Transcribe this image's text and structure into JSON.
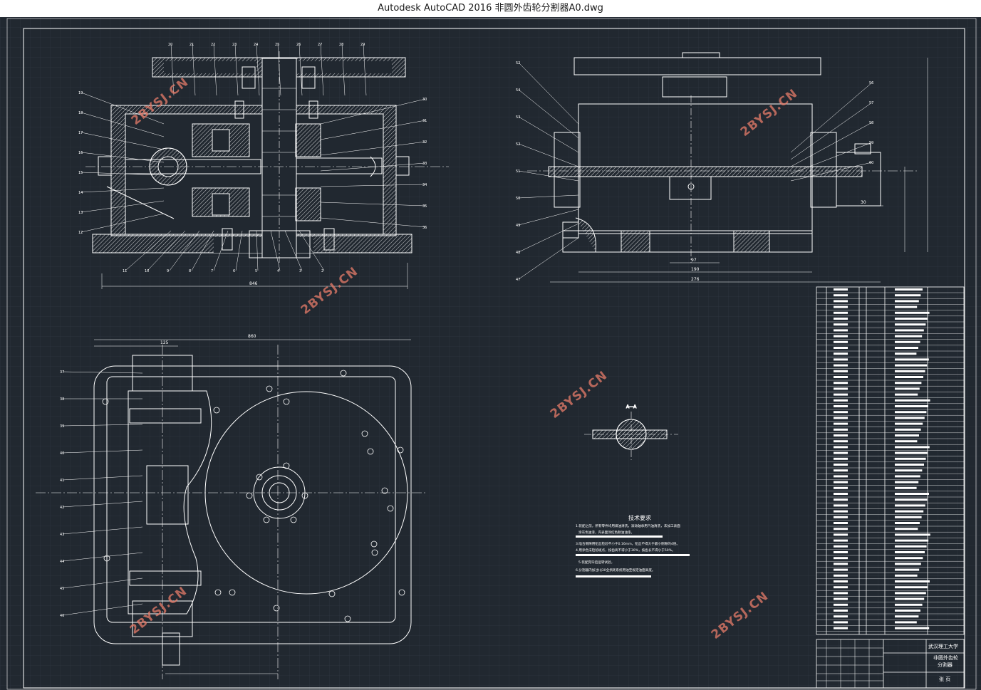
{
  "window": {
    "title": "Autodesk AutoCAD 2016    非圆外齿轮分割器A0.dwg"
  },
  "colors": {
    "background": "#212830",
    "grid_line": "#2a323d",
    "line": "#ffffff",
    "watermark": "#e87c6a",
    "section_fill": "#ffffff"
  },
  "watermark": {
    "text": "2BYSJ.CN"
  },
  "front_view": {
    "dimension_overall": "846",
    "part_labels_top": [
      "20",
      "21",
      "22",
      "23",
      "24",
      "25",
      "26",
      "27",
      "28",
      "29"
    ],
    "part_labels_left": [
      "19",
      "18",
      "17",
      "16",
      "15",
      "14",
      "13",
      "12"
    ],
    "part_labels_bottom": [
      "11",
      "10",
      "9",
      "8",
      "7",
      "6",
      "5",
      "4",
      "3",
      "2"
    ],
    "part_labels_right": [
      "30",
      "31",
      "32",
      "33",
      "34",
      "35",
      "36"
    ]
  },
  "side_view": {
    "dimensions": [
      "30",
      "97",
      "190",
      "276"
    ],
    "part_labels_left": [
      "52",
      "54",
      "53",
      "52",
      "51",
      "50",
      "49",
      "48",
      "47"
    ],
    "part_labels_right": [
      "56",
      "57",
      "58",
      "59",
      "60"
    ]
  },
  "top_view": {
    "dimensions": [
      "860",
      "125"
    ],
    "part_labels_left": [
      "37",
      "38",
      "39",
      "40",
      "41",
      "42",
      "43",
      "44",
      "45",
      "46"
    ]
  },
  "section_view": {
    "label": "A—A"
  },
  "technical_requirements": {
    "title": "技术要求",
    "lines": [
      "1.装配之前，所有零件均用煤油清洗，滚动轴承用汽油清洗，未加工表面",
      "涂灰色油漆，内表面涂红色耐油油漆。",
      "3.啮合侧隙用铅丝检验不小于0.16mm，铅丝不得大于最小侧隙的4倍。",
      "4.用涂色法检验斑点，按齿高不得小于30%，按齿长不得小于50%。",
      "5.装配完毕后运转试验，",
      "6.分割器内加注HJ30全损耗系统用油至规定油面高度。"
    ]
  },
  "title_block": {
    "school": "武汉理工大学",
    "drawing_name_1": "非圆外齿轮",
    "drawing_name_2": "分割器",
    "sheet": "张 页"
  }
}
